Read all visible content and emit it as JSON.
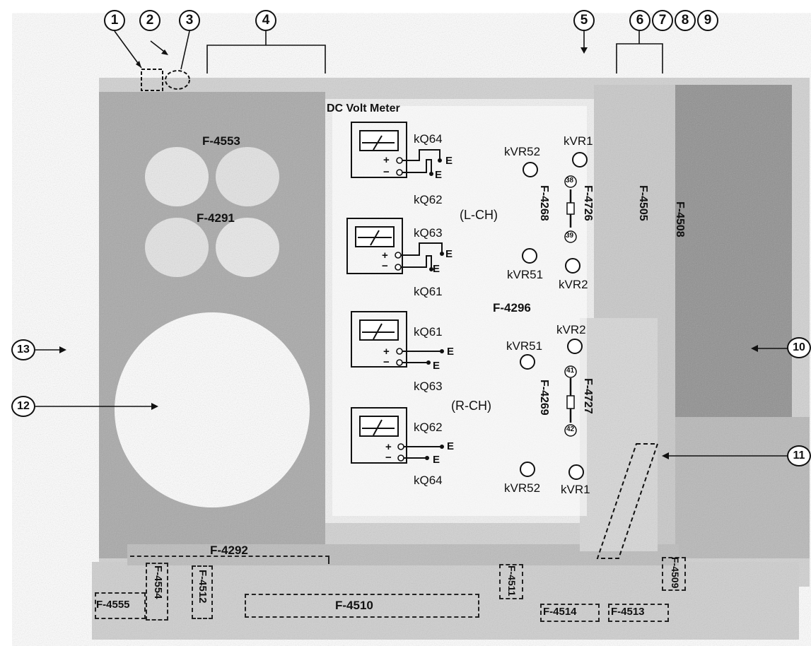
{
  "callouts": [
    "1",
    "2",
    "3",
    "4",
    "5",
    "6",
    "7",
    "8",
    "9",
    "10",
    "11",
    "12",
    "13"
  ],
  "title": "DC Volt Meter",
  "boards": {
    "f4553": "F-4553",
    "f4291": "F-4291",
    "f4296": "F-4296",
    "f4268": "F-4268",
    "f4269": "F-4269",
    "f4726": "F-4726",
    "f4727": "F-4727",
    "f4505": "F-4505",
    "f4508": "F-4508",
    "f4292": "F-4292",
    "f4510": "F-4510",
    "f4555": "F-4555",
    "f4554": "F-4554",
    "f4512": "F-4512",
    "f4511": "F-4511",
    "f4509": "F-4509",
    "f4514": "F-4514",
    "f4513": "F-4513"
  },
  "channels": {
    "left": "(L-CH)",
    "right": "(R-CH)"
  },
  "meters": [
    {
      "top": "kQ64",
      "bottom": "kQ62"
    },
    {
      "top": "kQ63",
      "bottom": "kQ61"
    },
    {
      "top": "kQ61",
      "bottom": "kQ63"
    },
    {
      "top": "kQ62",
      "bottom": "kQ64"
    }
  ],
  "meter_terms": {
    "plus": "+",
    "minus": "−",
    "earth": "E"
  },
  "trimmers": {
    "kvr52_top": "kVR52",
    "kvr1_top": "kVR1",
    "kvr51_top": "kVR51",
    "kvr2_top": "kVR2",
    "kvr2_bottom": "kVR2",
    "kvr51_bottom": "kVR51",
    "kvr52_bottom": "kVR52",
    "kvr1_bottom": "kVR1"
  },
  "test_points": {
    "tp38": "38",
    "tp39": "39",
    "tp41": "41",
    "tp42": "42"
  }
}
